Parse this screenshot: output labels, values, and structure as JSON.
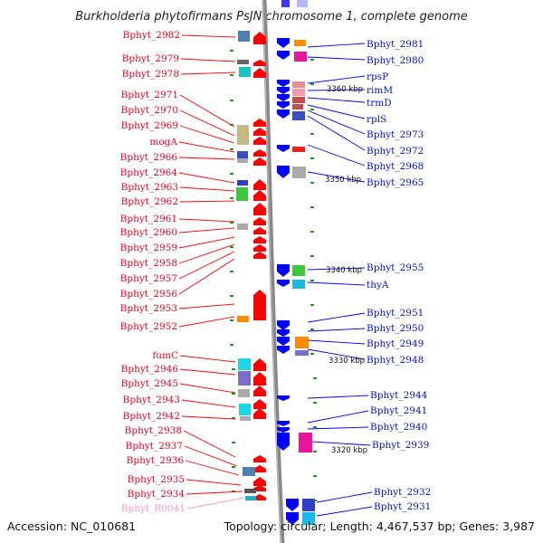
{
  "header": {
    "title": "Burkholderia phytofirmans PsJN chromosome 1, complete genome"
  },
  "footer": {
    "accession": "Accession: NC_010681",
    "summary": "Topology: circular; Length: 4,467,537 bp; Genes: 3,987"
  },
  "colors": {
    "left_label": "#e8001f",
    "right_label": "#0010c8",
    "rna_label": "#ff9ab8",
    "forward_arrow": "#ff0000",
    "reverse_arrow": "#0000ff"
  },
  "kbp_markers": [
    "3360 kbp",
    "3350 kbp",
    "3340 kbp",
    "3330 kbp",
    "3320 kbp"
  ],
  "left_genes": [
    "Bphyt_2982",
    "Bphyt_2979",
    "Bphyt_2978",
    "Bphyt_2971",
    "Bphyt_2970",
    "Bphyt_2969",
    "mogA",
    "Bphyt_2966",
    "Bphyt_2964",
    "Bphyt_2963",
    "Bphyt_2962",
    "Bphyt_2961",
    "Bphyt_2960",
    "Bphyt_2959",
    "Bphyt_2958",
    "Bphyt_2957",
    "Bphyt_2956",
    "Bphyt_2953",
    "Bphyt_2952",
    "fumC",
    "Bphyt_2946",
    "Bphyt_2945",
    "Bphyt_2943",
    "Bphyt_2942",
    "Bphyt_2938",
    "Bphyt_2937",
    "Bphyt_2936",
    "Bphyt_2935",
    "Bphyt_2934",
    "Bphyt_R0041"
  ],
  "right_genes": [
    "Bphyt_2981",
    "Bphyt_2980",
    "rpsP",
    "rimM",
    "trmD",
    "rplS",
    "Bphyt_2973",
    "Bphyt_2972",
    "Bphyt_2968",
    "Bphyt_2965",
    "Bphyt_2955",
    "thyA",
    "Bphyt_2951",
    "Bphyt_2950",
    "Bphyt_2949",
    "Bphyt_2948",
    "Bphyt_2944",
    "Bphyt_2941",
    "Bphyt_2940",
    "Bphyt_2939",
    "Bphyt_2932",
    "Bphyt_2931"
  ]
}
